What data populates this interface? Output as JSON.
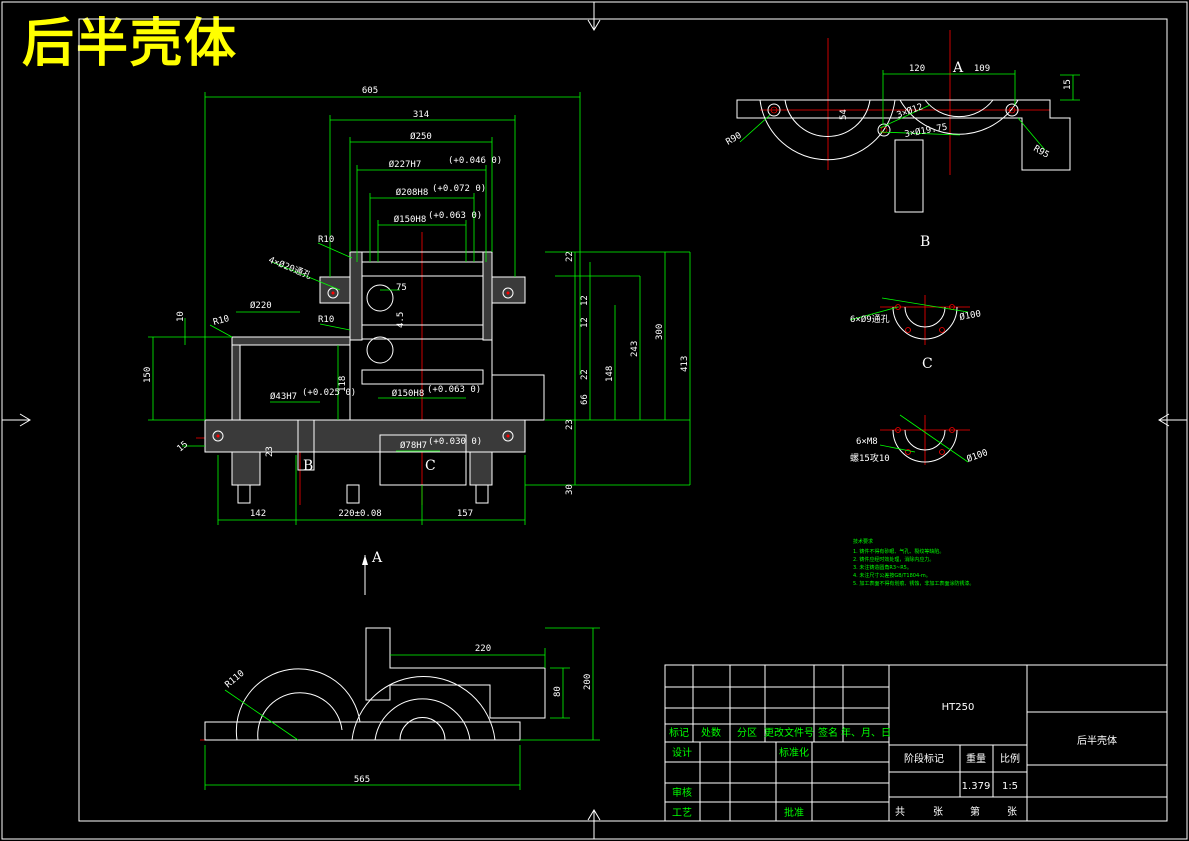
{
  "title": "后半壳体",
  "material": "HT250",
  "part_name": "后半壳体",
  "weight": "1.379",
  "scale": "1:5",
  "title_block": {
    "headers": [
      "标记",
      "处数",
      "分区",
      "更改文件号",
      "签名",
      "年、月、日"
    ],
    "design": "设计",
    "standardize": "标准化",
    "stage_mark": "阶段标记",
    "weight_label": "重量",
    "scale_label": "比例",
    "review": "审核",
    "process": "工艺",
    "approve": "批准",
    "sheets": [
      "共",
      "张",
      "第",
      "张"
    ]
  },
  "view_labels": {
    "a": "A",
    "b": "B",
    "c": "C"
  },
  "main_view": {
    "dims": {
      "d605": "605",
      "d314": "314",
      "d250": "Ø250",
      "d227": "Ø227H7",
      "d227_tol": "(+0.046 0)",
      "d208": "Ø208H8",
      "d208_tol": "(+0.072 0)",
      "d150a": "Ø150H8",
      "d150a_tol": "(+0.063 0)",
      "d150b": "Ø150H8",
      "d150b_tol": "(+0.063 0)",
      "holes": "4×Ø20通孔",
      "r10a": "R10",
      "r10b": "R10",
      "r10c": "R10",
      "d220": "Ø220",
      "d10": "10",
      "d75": "75",
      "d4_5": "4.5",
      "d150h": "150",
      "d118": "118",
      "d43": "Ø43H7",
      "d43_tol": "(+0.025 0)",
      "d78": "Ø78H7",
      "d78_tol": "(+0.030 0)",
      "d22a": "22",
      "d12a": "12",
      "d12b": "12",
      "d22b": "22",
      "d66": "66",
      "d23a": "23",
      "d23b": "23",
      "d148": "148",
      "d243": "243",
      "d300": "300",
      "d413": "413",
      "d30": "30",
      "d15": "15",
      "d142": "142",
      "d220tol": "220±0.08",
      "d157": "157"
    }
  },
  "view_b": {
    "dims": {
      "d120": "120",
      "d109": "109",
      "d15": "15",
      "r90": "R90",
      "r95": "R95",
      "d3x12": "3×Ø12",
      "d3x19": "3×Ø19.75",
      "d54": "54"
    }
  },
  "view_c": {
    "holes": "6×Ø9通孔",
    "dia": "Ø100"
  },
  "view_c2": {
    "holes": "6×M8",
    "depth": "螺15攻10",
    "dia": "Ø100"
  },
  "view_bottom": {
    "dims": {
      "d220": "220",
      "d80": "80",
      "d200": "200",
      "r110": "R110",
      "d565": "565"
    }
  },
  "notes": {
    "heading": "技术要求",
    "items": [
      "1. 铸件不得有砂眼、气孔、裂纹等缺陷。",
      "2. 铸件应经时效处理，消除内应力。",
      "3. 未注铸造圆角R3~R5。",
      "4. 未注尺寸公差按GB/T1804-m。",
      "5. 加工表面不得有划痕、锈蚀，非加工表面涂防锈漆。"
    ]
  }
}
